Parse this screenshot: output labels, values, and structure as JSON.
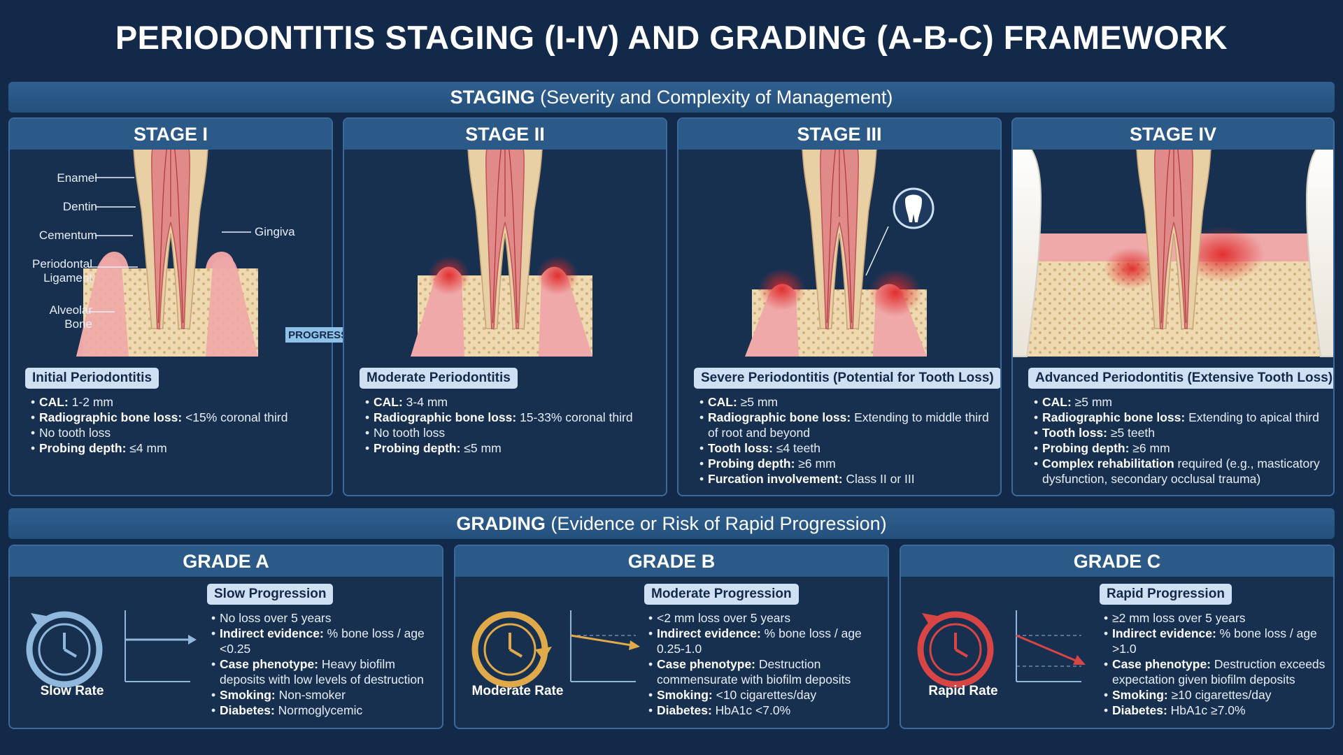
{
  "title": "PERIODONTITIS STAGING (I-IV) AND GRADING (A-B-C) FRAMEWORK",
  "staging_header": {
    "bold": "STAGING",
    "rest": " (Severity and Complexity of Management)"
  },
  "grading_header": {
    "bold": "GRADING",
    "rest": " (Evidence or Risk of Rapid Progression)"
  },
  "anatomy_labels": {
    "enamel": "Enamel",
    "dentin": "Dentin",
    "cementum": "Cementum",
    "periodontal_ligament": "Periodontal Ligament",
    "alveolar_bone": "Alveolar Bone",
    "gingiva": "Gingiva"
  },
  "progression_label": "PROGRESSION",
  "stages": [
    {
      "title": "STAGE I",
      "name": "Initial Periodontitis",
      "points": [
        {
          "k": "CAL:",
          "v": " 1-2 mm"
        },
        {
          "k": "Radiographic bone loss:",
          "v": " <15% coronal third"
        },
        {
          "k": "",
          "v": "No tooth loss"
        },
        {
          "k": "Probing depth:",
          "v": " ≤4 mm"
        }
      ]
    },
    {
      "title": "STAGE II",
      "name": "Moderate Periodontitis",
      "points": [
        {
          "k": "CAL:",
          "v": " 3-4 mm"
        },
        {
          "k": "Radiographic bone loss:",
          "v": " 15-33% coronal third"
        },
        {
          "k": "",
          "v": "No tooth loss"
        },
        {
          "k": "Probing depth:",
          "v": " ≤5 mm"
        }
      ]
    },
    {
      "title": "STAGE III",
      "name": "Severe Periodontitis (Potential for Tooth Loss)",
      "points": [
        {
          "k": "CAL:",
          "v": " ≥5 mm"
        },
        {
          "k": "Radiographic bone loss:",
          "v": " Extending to middle third of root and beyond"
        },
        {
          "k": "Tooth loss:",
          "v": " ≤4 teeth"
        },
        {
          "k": "Probing depth:",
          "v": " ≥6 mm"
        },
        {
          "k": "Furcation involvement:",
          "v": " Class II or III"
        }
      ]
    },
    {
      "title": "STAGE IV",
      "name": "Advanced Periodontitis (Extensive Tooth Loss)",
      "points": [
        {
          "k": "CAL:",
          "v": " ≥5 mm"
        },
        {
          "k": "Radiographic bone loss:",
          "v": " Extending to apical third"
        },
        {
          "k": "Tooth loss:",
          "v": " ≥5 teeth"
        },
        {
          "k": "Probing depth:",
          "v": " ≥6 mm"
        },
        {
          "k": "Complex rehabilitation",
          "v": " required (e.g., masticatory dysfunction, secondary occlusal trauma)"
        }
      ]
    }
  ],
  "grades": [
    {
      "title": "GRADE A",
      "name": "Slow Progression",
      "rate": "Slow Rate",
      "color": "#8fb8dc",
      "points": [
        {
          "k": "",
          "v": "No loss over 5 years"
        },
        {
          "k": "Indirect evidence:",
          "v": " % bone loss / age <0.25"
        },
        {
          "k": "Case phenotype:",
          "v": " Heavy biofilm deposits with low levels of destruction"
        },
        {
          "k": "Smoking:",
          "v": " Non-smoker"
        },
        {
          "k": "Diabetes:",
          "v": " Normoglycemic"
        }
      ]
    },
    {
      "title": "GRADE B",
      "name": "Moderate Progression",
      "rate": "Moderate Rate",
      "color": "#e0a94a",
      "points": [
        {
          "k": "",
          "v": "<2 mm loss over 5 years"
        },
        {
          "k": "Indirect evidence:",
          "v": " % bone loss / age 0.25-1.0"
        },
        {
          "k": "Case phenotype:",
          "v": " Destruction commensurate with biofilm deposits"
        },
        {
          "k": "Smoking:",
          "v": " <10 cigarettes/day"
        },
        {
          "k": "Diabetes:",
          "v": " HbA1c <7.0%"
        }
      ]
    },
    {
      "title": "GRADE C",
      "name": "Rapid Progression",
      "rate": "Rapid Rate",
      "color": "#d84545",
      "points": [
        {
          "k": "",
          "v": "≥2 mm loss over 5 years"
        },
        {
          "k": "Indirect evidence:",
          "v": " % bone loss / age >1.0"
        },
        {
          "k": "Case phenotype:",
          "v": " Destruction exceeds expectation given biofilm deposits"
        },
        {
          "k": "Smoking:",
          "v": " ≥10 cigarettes/day"
        },
        {
          "k": "Diabetes:",
          "v": " HbA1c ≥7.0%"
        }
      ]
    }
  ]
}
